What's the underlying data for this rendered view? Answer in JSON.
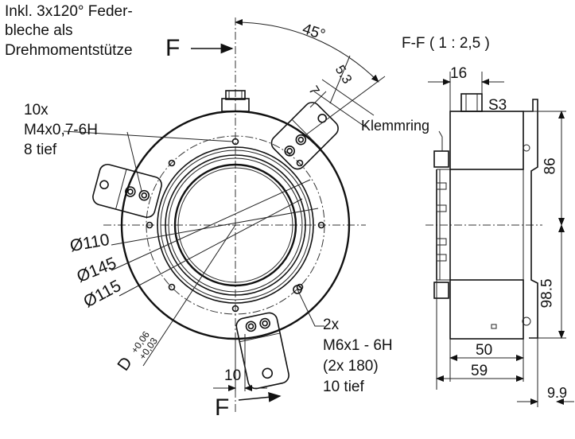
{
  "notes": {
    "spring_plates": [
      "Inkl. 3x120° Feder-",
      "bleche als",
      "Drehmomentstütze"
    ],
    "thread_small": [
      "10x",
      "M4x0,7-6H",
      "8 tief"
    ],
    "thread_large": [
      "2x",
      "M6x1 - 6H",
      "(2x 180)",
      "10 tief"
    ]
  },
  "section": {
    "letter": "F",
    "title": "F-F ( 1 : 2,5 )",
    "clamp_ring": "Klemmring",
    "screw": "S3"
  },
  "dimensions": {
    "angle": "45°",
    "d110": "Ø110",
    "d145": "Ø145",
    "d115": "Ø115",
    "bore": "D",
    "bore_upper_tol": "+0,06",
    "bore_lower_tol": "+0,03",
    "offset": "10",
    "slot_width": "5.3",
    "slot_depth": "7",
    "w16": "16",
    "h86": "86",
    "h98_5": "98.5",
    "w50": "50",
    "w59": "59",
    "w9_9": "9.9"
  },
  "colors": {
    "line": "#111111",
    "hatch": "#333333",
    "background": "#ffffff"
  }
}
